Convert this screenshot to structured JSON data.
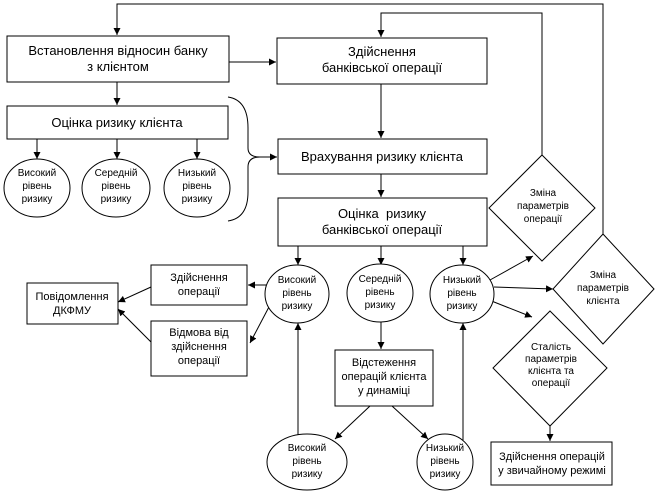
{
  "nodes": {
    "establish_relations": [
      "Встановлення відносин банку",
      "з клієнтом"
    ],
    "perform_operation": [
      "Здійснення",
      "банківської операції"
    ],
    "client_risk_assessment": [
      "Оцінка ризику клієнта"
    ],
    "client_high_risk": [
      "Високий",
      "рівень",
      "ризику"
    ],
    "client_medium_risk": [
      "Середній",
      "рівень",
      "ризику"
    ],
    "client_low_risk": [
      "Низький",
      "рівень",
      "ризику"
    ],
    "account_client_risk": [
      "Врахування ризику клієнта"
    ],
    "operation_risk_assessment": [
      "Оцінка  ризику",
      "банківської операції"
    ],
    "op_high_risk": [
      "Високий",
      "рівень",
      "ризику"
    ],
    "op_medium_risk": [
      "Середній",
      "рівень",
      "ризику"
    ],
    "op_low_risk": [
      "Низький",
      "рівень",
      "ризику"
    ],
    "perform_op_small": [
      "Здійснення",
      "операції"
    ],
    "refuse_op": [
      "Відмова від",
      "здійснення",
      "операції"
    ],
    "notify_dkfmu": [
      "Повідомлення",
      "ДКФМУ"
    ],
    "track_dynamics": [
      "Відстеження",
      "операцій клієнта",
      "у динаміці"
    ],
    "dyn_high_risk": [
      "Високий",
      "рівень",
      "ризику"
    ],
    "dyn_low_risk": [
      "Низький",
      "рівень",
      "ризику"
    ],
    "change_op_params": [
      "Зміна",
      "параметрів",
      "операції"
    ],
    "change_client_params": [
      "Зміна",
      "параметрів",
      "клієнта"
    ],
    "stable_params": [
      "Сталість",
      "параметрів",
      "клієнта та",
      "операції"
    ],
    "perform_normal": [
      "Здійснення операцій",
      "у звичайному режимі"
    ]
  }
}
